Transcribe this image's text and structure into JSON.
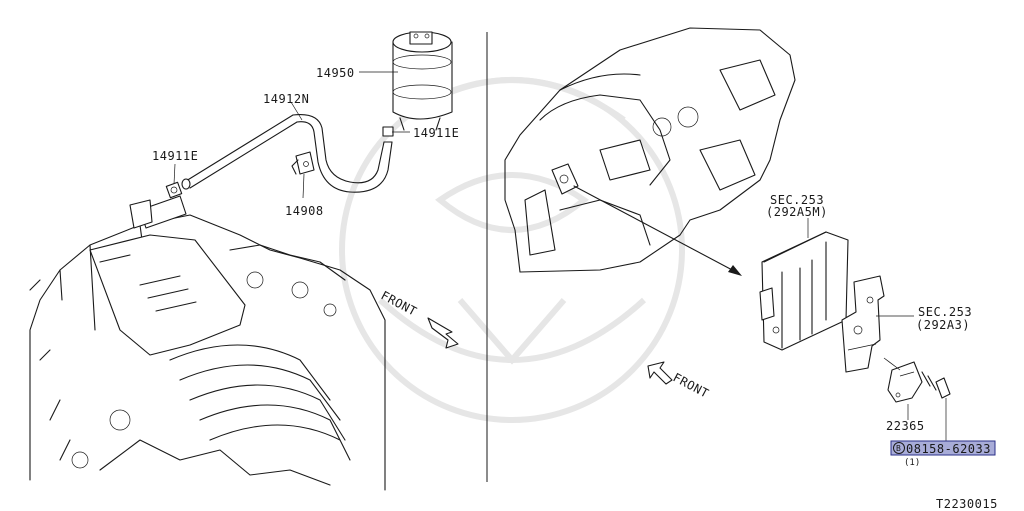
{
  "parts": {
    "p14950": "14950",
    "p14912n": "14912N",
    "p14911e_left": "14911E",
    "p14911e_right": "14911E",
    "p14908": "14908",
    "sec253_a_line1": "SEC.253",
    "sec253_a_line2": "(292A5M)",
    "sec253_b_line1": "SEC.253",
    "sec253_b_line2": "(292A3)",
    "p22365": "22365",
    "bolt_part": "08158-62033",
    "bolt_qty": "(1)"
  },
  "labels": {
    "front_left": "FRONT",
    "front_right": "FRONT"
  },
  "footer": {
    "diagram_code": "T2230015"
  },
  "colors": {
    "line": "#1a1a1a",
    "highlight_fill": "#a8acd8",
    "highlight_border": "#2a2f88",
    "watermark": "#e6e6e6"
  },
  "icons": {
    "bolt_marker": "circled-b-icon"
  }
}
